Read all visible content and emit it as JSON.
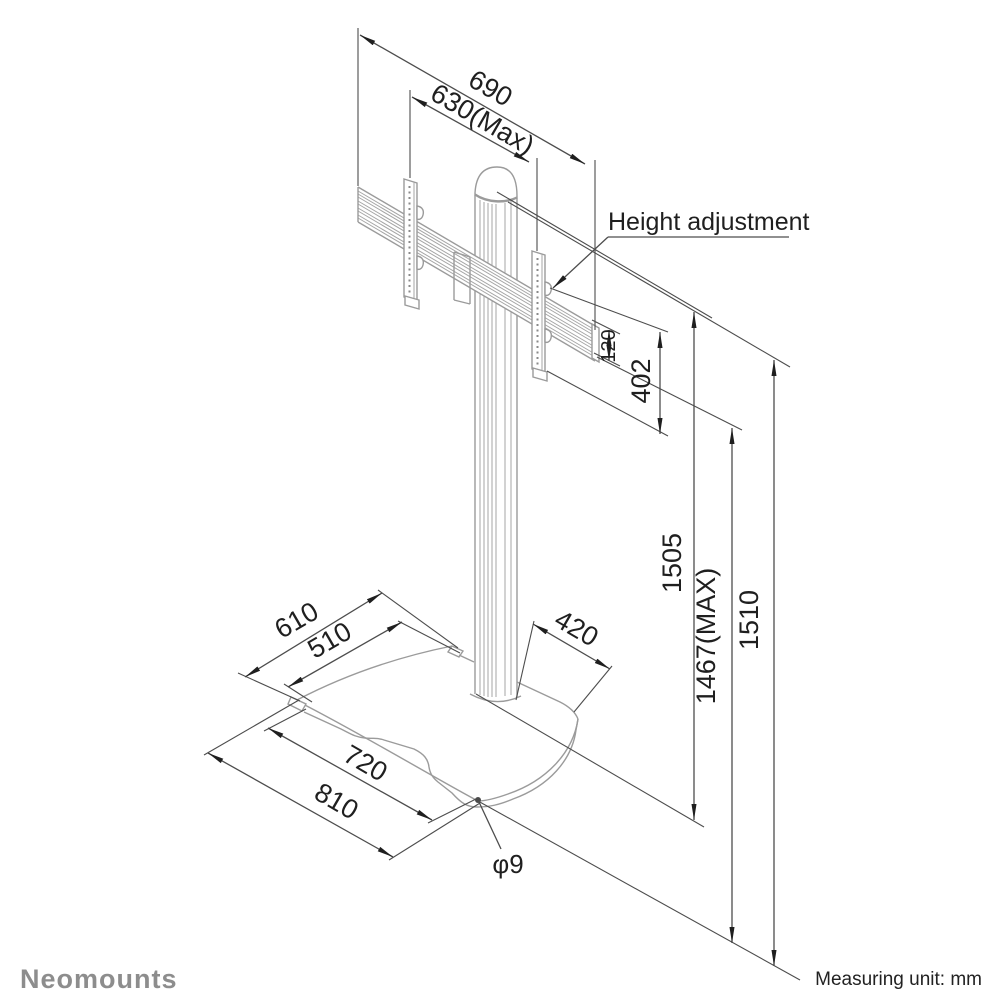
{
  "drawing": {
    "title": "TV floor stand dimensional drawing",
    "labels": {
      "d690": "690",
      "d630": "630(Max)",
      "d120": "120",
      "d402": "402",
      "d1505": "1505",
      "d1467": "1467(MAX)",
      "d1510": "1510",
      "d610": "610",
      "d510": "510",
      "d420": "420",
      "d720": "720",
      "d810": "810"
    },
    "annotations": {
      "height_adjustment": "Height adjustment",
      "hole_diameter": "φ9"
    },
    "colors": {
      "product_line": "#9b9b9b",
      "dimension_line": "#4d4d4d",
      "text": "#1f1f1f",
      "brand_gray": "#8d8d8d",
      "background": "#ffffff"
    }
  },
  "brand": {
    "logo": "Neomounts"
  },
  "footer": {
    "measuring_unit": "Measuring unit: mm"
  }
}
